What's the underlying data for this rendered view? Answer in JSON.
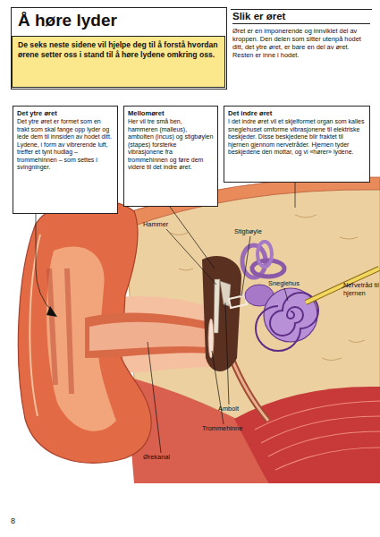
{
  "diagram": {
    "title": "Å høre lyder",
    "nodes": [
      {
        "text": [
          "De seks neste sidene vil hjelpe deg til å forstå hvordan ørene setter oss i stand til å høre lydene omkring oss."
        ]
      },
      {
        "text": [
          "Slik er øret",
          "Øret er en imponerende og innviklet del av kroppen. Den delen som sitter utenpå hodet ditt, det ytre øret, er bare en del av øret. Resten er inne i hodet."
        ]
      },
      {
        "text": [
          "Det ytre øret",
          "Det ytre øret er formet som en trakt som skal fange opp lyder og lede dem til innsiden av hodet ditt. Lydene, i form av vibrerende luft, treffer et tynt hudlag – trommehinnen – som settes i svingninger."
        ]
      },
      {
        "text": [
          "Mellomøret",
          "Her vil tre små ben, hammeren (malleus), ambolten (incus) og stigbøylen (stapes) forsterke vibrasjonene fra trommehinnen og føre dem videre til det indre øret."
        ]
      },
      {
        "text": [
          "Det indre øret",
          "I det indre øret vil et skjelformet organ som kalles sneglehuset omforme vibrasjonene til elektriske beskjeder. Disse beskjedene blir fraktet til hjernen gjennom nervetråder. Hjernen tyder beskjedene den mottar, og vi «hører» lydene."
        ]
      }
    ],
    "labels": [
      "Hammer",
      "Stigbøyle",
      "Sneglehus",
      "Nervetråd til hjernen",
      "Ambolt",
      "Trommehinne",
      "Ørekanal",
      "8"
    ]
  }
}
